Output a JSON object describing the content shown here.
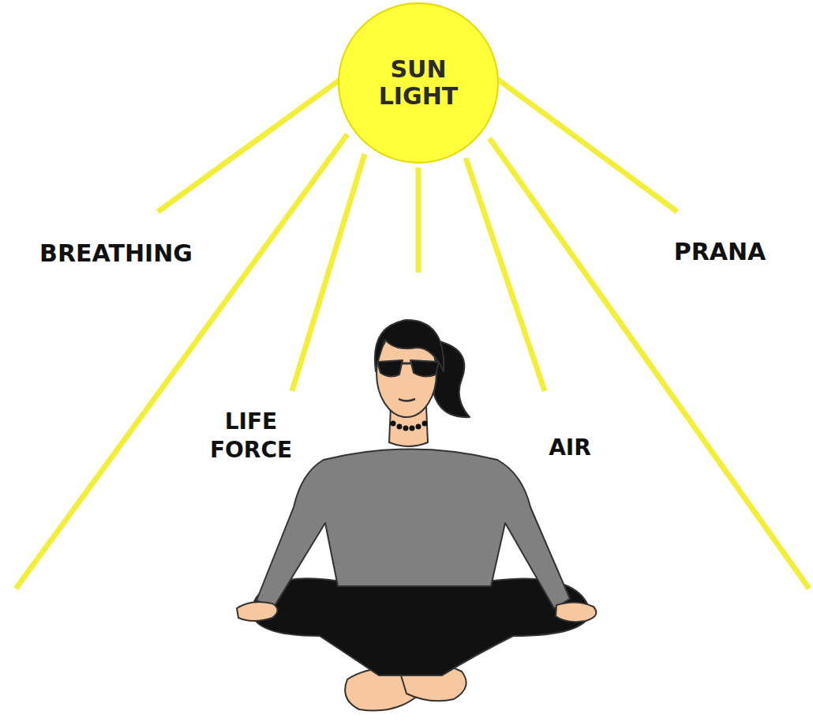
{
  "diagram": {
    "nodes": [
      {
        "text": [
          "SUN LIGHT"
        ]
      }
    ],
    "labels": [
      "BREATHING",
      "PRANA",
      "LIFE FORCE",
      "AIR"
    ]
  }
}
